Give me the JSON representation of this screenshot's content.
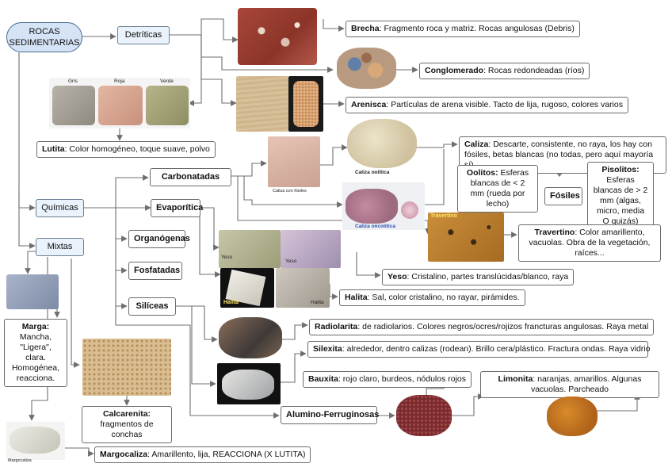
{
  "root": "ROCAS\nSEDIMENTARIAS",
  "categories": {
    "detriticas": "Detríticas",
    "quimicas": "Químicas",
    "mixtas": "Mixtas"
  },
  "subcategories": {
    "carbonatadas": "Carbonatadas",
    "evaporitica": "Evaporítica",
    "organogenas": "Organógenas",
    "fosfatadas": "Fosfatadas",
    "siliceas": "Silíceas",
    "alumino": "Alumino-Ferruginosas"
  },
  "rocks": {
    "brecha": {
      "name": "Brecha",
      "desc": ": Fragmento roca y matriz. Rocas angulosas (Debris)"
    },
    "conglomerado": {
      "name": "Conglomerado",
      "desc": ": Rocas redondeadas (ríos)"
    },
    "arenisca": {
      "name": "Arenisca",
      "desc": ": Partículas de arena visible. Tacto de lija, rugoso, colores varios"
    },
    "lutita": {
      "name": "Lutita",
      "desc": ": Color homogéneo, toque suave, polvo"
    },
    "caliza": {
      "name": "Caliza",
      "desc": ": Descarte, consistente, no raya, los hay con fósiles, betas blancas (no todas, pero aquí mayoría sí)"
    },
    "oolitos": {
      "name": "Oolitos:",
      "desc": " Esferas blancas de < 2 mm (rueda por lecho)"
    },
    "pisolitos": {
      "name": "Pisolitos:",
      "desc": " Esferas blancas de > 2 mm (algas, micro, media O quizás)"
    },
    "fosiles": "Fósiles",
    "travertino": {
      "name": "Travertino",
      "desc": ": Color amarillento, vacuolas. Obra de la vegetación, raíces..."
    },
    "yeso": {
      "name": "Yeso",
      "desc": ": Cristalino, partes translúcidas/blanco, raya"
    },
    "halita": {
      "name": "Halita",
      "desc": ": Sal, color cristalino, no rayar, pirámides."
    },
    "radiolarita": {
      "name": "Radiolarita",
      "desc": ": de radiolarios. Colores negros/ocres/rojizos francturas angulosas. Raya metal"
    },
    "silexita": {
      "name": "Silexita",
      "desc": ": alrededor, dentro calizas (rodean). Brillo cera/plástico. Fractura ondas. Raya vidrio"
    },
    "bauxita": {
      "name": "Bauxita",
      "desc": ": rojo claro, burdeos, nódulos rojos"
    },
    "limonita": {
      "name": "Limonita",
      "desc": ": naranjas, amarillos. Algunas vacuolas. Parcheado"
    },
    "marga": {
      "name": "Marga:",
      "desc": " Mancha, \"Ligera\", clara. Homogénea, reacciona."
    },
    "calcarenita": {
      "name": "Calcarenita:",
      "desc": " fragmentos de conchas"
    },
    "margocaliza": {
      "name": "Margocaliza",
      "desc": ": Amarillento, lija, REACCIONA (X LUTITA)"
    }
  },
  "captions": {
    "gris": "Gris",
    "roja": "Roja",
    "verde": "Verde",
    "caliza_oolitica": "Caliza oolítica",
    "caliza_fosiles": "Caliza con fósiles",
    "caliza_oncolitica": "Caliza oncolítica",
    "travertino": "Travertino",
    "yeso1": "Yeso",
    "yeso2": "Yeso",
    "halita1": "Halita",
    "halita2": "Halita",
    "margocaliza": "Margocaliza"
  },
  "colors": {
    "root_fill": "#d4e3f5",
    "category_fill": "#eaf2fb",
    "connector": "#6f6f6f",
    "border": "#6b6b6b"
  }
}
